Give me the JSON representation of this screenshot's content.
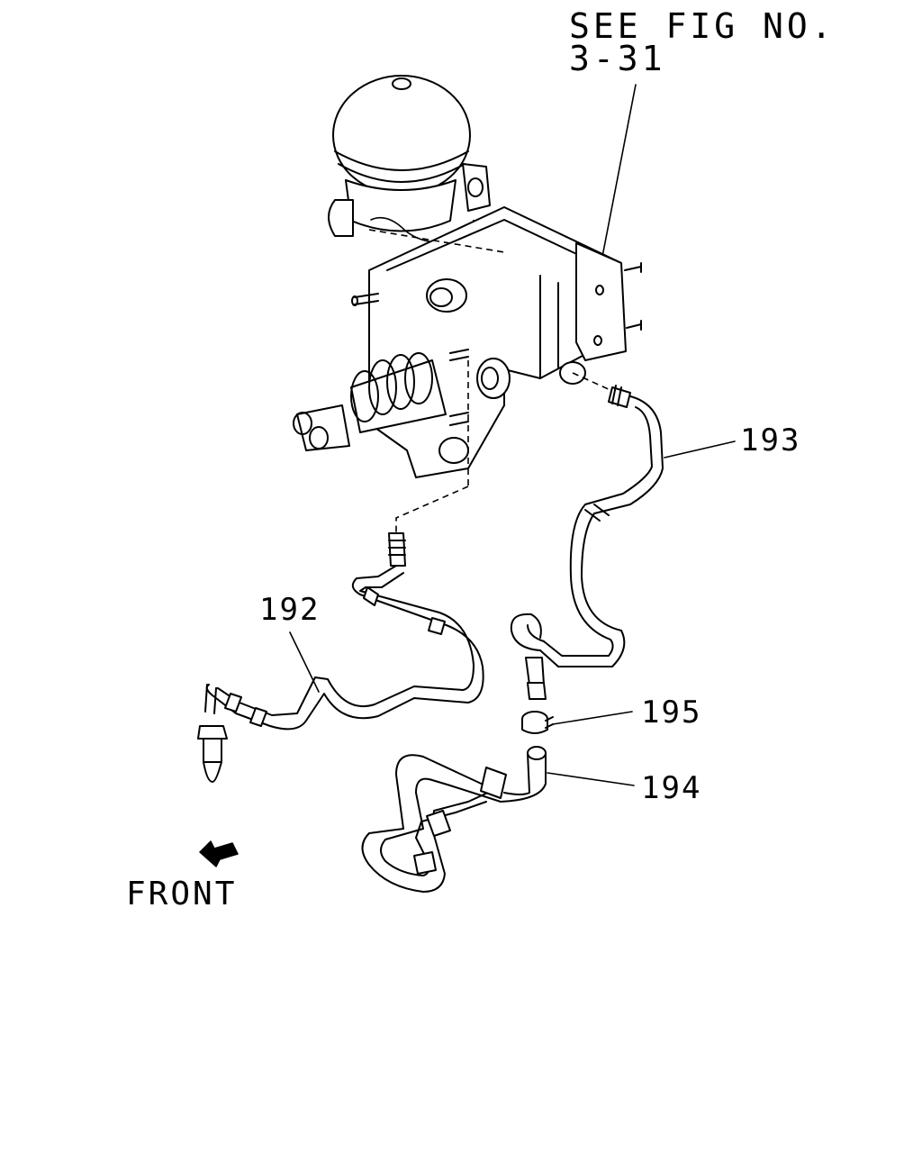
{
  "reference": {
    "line1": "SEE FIG NO.",
    "line2": "3-31"
  },
  "callouts": [
    {
      "id": "193",
      "label": "193"
    },
    {
      "id": "192",
      "label": "192"
    },
    {
      "id": "195",
      "label": "195"
    },
    {
      "id": "194",
      "label": "194"
    }
  ],
  "direction": {
    "label": "FRONT",
    "icon": "front-arrow-icon"
  }
}
